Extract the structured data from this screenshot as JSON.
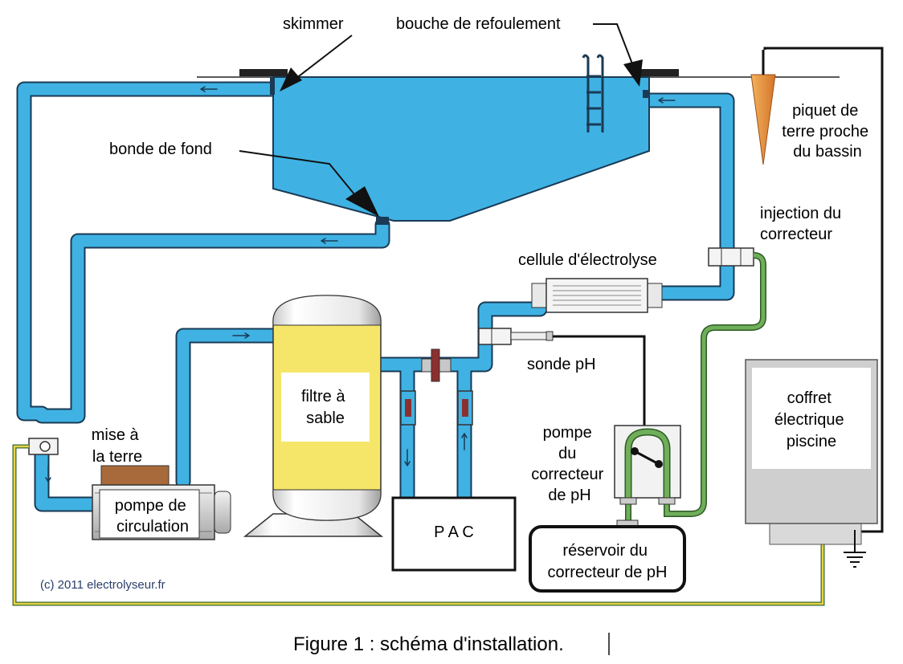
{
  "labels": {
    "skimmer": "skimmer",
    "bouche": "bouche de refoulement",
    "bonde": "bonde de fond",
    "piquet": [
      "piquet de",
      "terre proche",
      "du bassin"
    ],
    "injection": [
      "injection du",
      "correcteur"
    ],
    "cellule": "cellule d'électrolyse",
    "sonde": "sonde pH",
    "filtre": [
      "filtre à",
      "sable"
    ],
    "mise_terre": [
      "mise à",
      "la terre"
    ],
    "pompe_circ": [
      "pompe de",
      "circulation"
    ],
    "pac": "P A C",
    "pompe_correcteur": [
      "pompe",
      "du",
      "correcteur",
      "de pH"
    ],
    "reservoir": [
      "réservoir du",
      "correcteur de pH"
    ],
    "coffret": [
      "coffret",
      "électrique",
      "piscine"
    ]
  },
  "credit": "(c) 2011 electrolyseur.fr",
  "caption": "Figure 1 : schéma d'installation.",
  "colors": {
    "water": "#3fb2e3",
    "water_outline": "#1a3a55",
    "tank_yellow": "#f5e66a",
    "earth_wire": "#e6d24a",
    "earth_wire_edge": "#3a6a2a",
    "correcteur_tube": "#6fae5a",
    "cabinet": "#cfcfcf",
    "stake": "#e8923a"
  }
}
